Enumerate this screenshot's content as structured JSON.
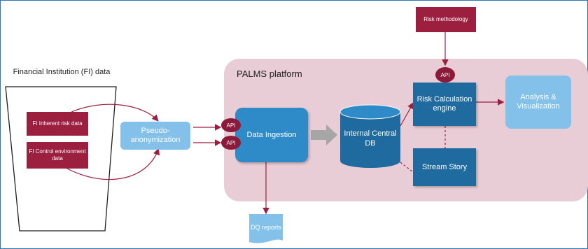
{
  "fi": {
    "title": "Financial Institution (FI) data",
    "inherent_label": "FI Inherent risk data",
    "control_label": "FI Control environment data"
  },
  "pseudo_label": "Pseudo-anonymization",
  "platform_title": "PALMS platform",
  "api_label": "API",
  "ingestion_label": "Data Ingestion",
  "db_label": "Internal Central DB",
  "risk_engine_label": "Risk Calculation engine",
  "risk_methodology_label": "Risk methodology",
  "analysis_label": "Analysis & Visualization",
  "stream_story_label": "Stream Story",
  "dq_reports_label": "DQ reports",
  "colors": {
    "maroon": "#9c1f3f",
    "platform_bg": "#e9cdd6",
    "blue": "#2e8bc8",
    "dark_blue": "#1f6a9e",
    "light_blue": "#83c0ea"
  }
}
